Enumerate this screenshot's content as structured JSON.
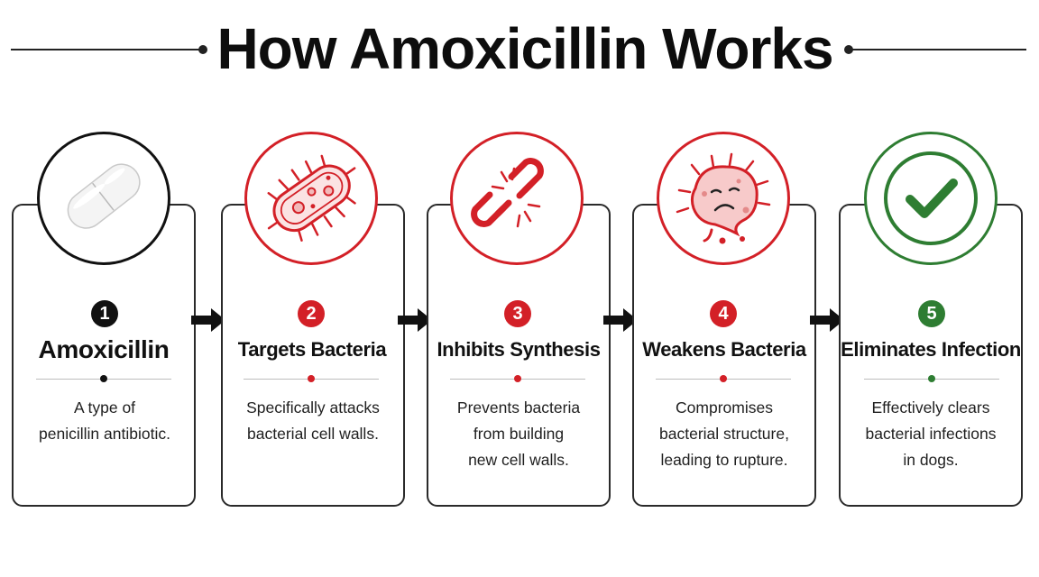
{
  "title": "How Amoxicillin Works",
  "colors": {
    "dark": "#111111",
    "red": "#d32027",
    "green": "#2e7d32"
  },
  "steps": [
    {
      "number": "1",
      "heading": "Amoxicillin",
      "desc_lines": [
        "A type of",
        "penicillin antibiotic."
      ],
      "color": "#111111",
      "icon": "capsule-icon"
    },
    {
      "number": "2",
      "heading": "Targets Bacteria",
      "desc_lines": [
        "Specifically attacks",
        "bacterial cell walls."
      ],
      "color": "#d32027",
      "icon": "bacterium-icon"
    },
    {
      "number": "3",
      "heading": "Inhibits Synthesis",
      "desc_lines": [
        "Prevents bacteria",
        "from building",
        "new cell walls."
      ],
      "color": "#d32027",
      "icon": "broken-chain-icon"
    },
    {
      "number": "4",
      "heading": "Weakens Bacteria",
      "desc_lines": [
        "Compromises",
        "bacterial structure,",
        "leading to rupture."
      ],
      "color": "#d32027",
      "icon": "sad-bacterium-icon"
    },
    {
      "number": "5",
      "heading": "Eliminates Infection",
      "desc_lines": [
        "Effectively clears",
        "bacterial infections",
        "in dogs."
      ],
      "color": "#2e7d32",
      "icon": "checkmark-icon"
    }
  ]
}
